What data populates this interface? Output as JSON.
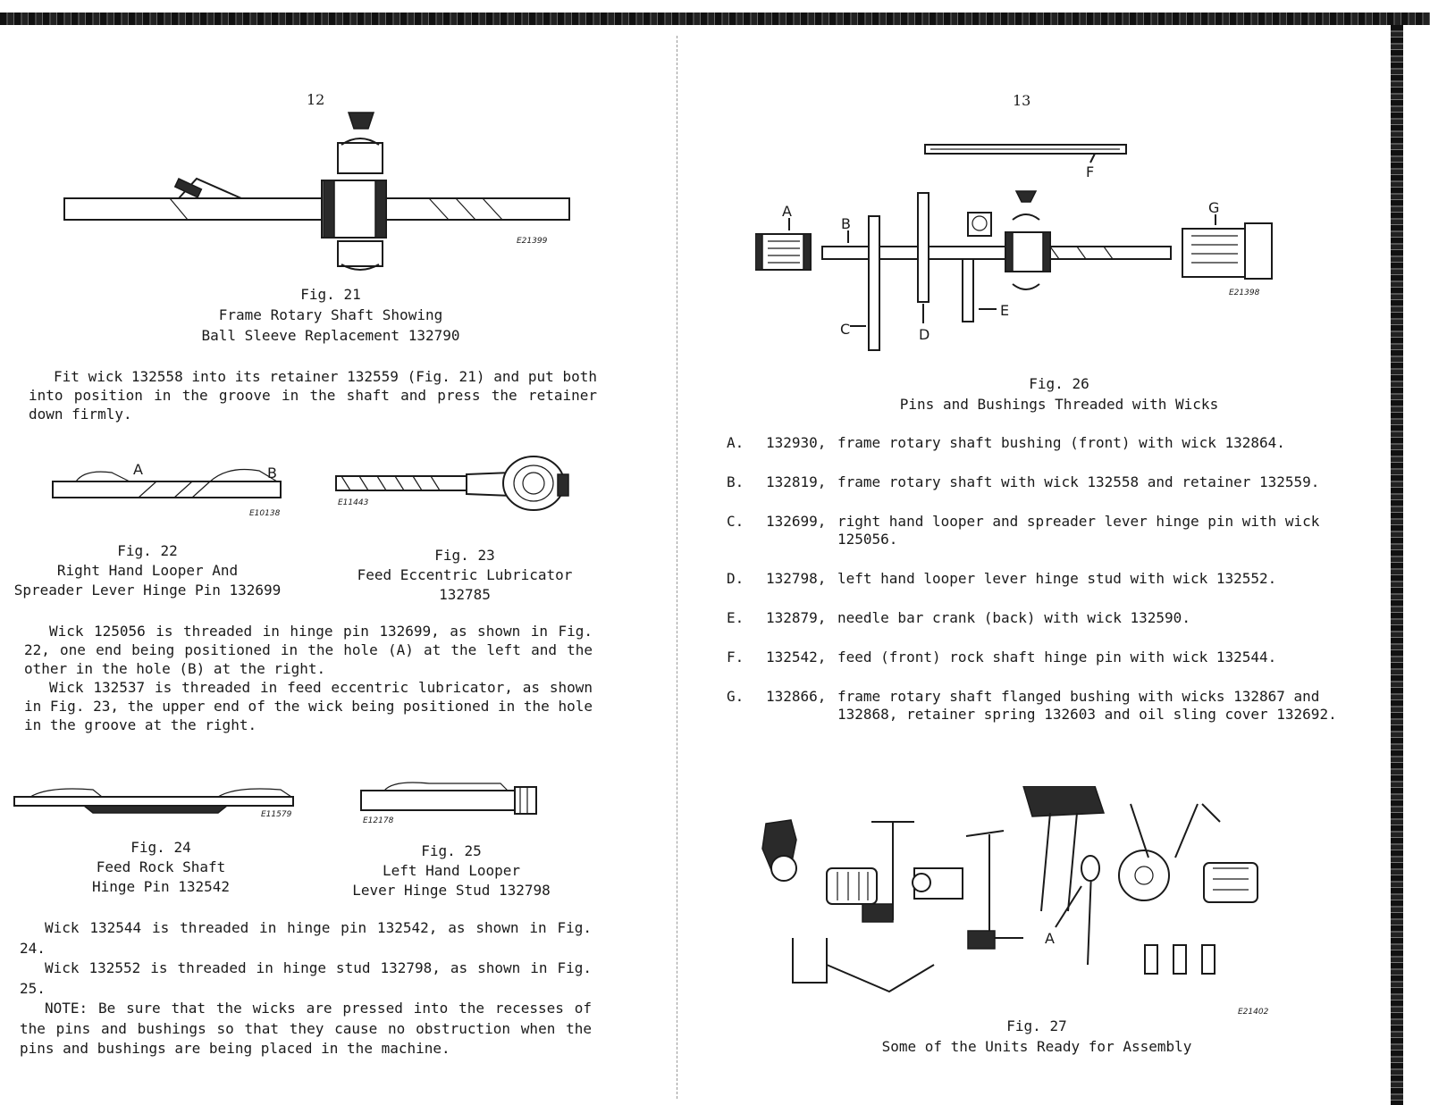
{
  "left_page": {
    "page_number": "12",
    "fig21": {
      "code": "E21399",
      "number": "Fig. 21",
      "caption_line1": "Frame Rotary Shaft Showing",
      "caption_line2": "Ball Sleeve Replacement 132790"
    },
    "para1": "Fit wick 132558 into its retainer 132559 (Fig. 21) and put both into position in the groove in the shaft and press the retainer down firmly.",
    "fig22": {
      "code": "E10138",
      "label_a": "A",
      "label_b": "B",
      "number": "Fig. 22",
      "caption_line1": "Right Hand Looper And",
      "caption_line2": "Spreader Lever Hinge Pin 132699"
    },
    "fig23": {
      "code": "E11443",
      "number": "Fig. 23",
      "caption_line1": "Feed Eccentric Lubricator",
      "caption_line2": "132785"
    },
    "para2": "Wick 125056 is threaded in hinge pin 132699, as shown in Fig. 22, one end being positioned in the hole (A) at the left and the other in the hole (B) at the right.",
    "para3": "Wick 132537 is threaded in feed eccentric lubricator, as shown in Fig. 23, the upper end of the wick being positioned in the hole in the groove at the right.",
    "fig24": {
      "code": "E11579",
      "number": "Fig. 24",
      "caption_line1": "Feed Rock Shaft",
      "caption_line2": "Hinge Pin 132542"
    },
    "fig25": {
      "code": "E12178",
      "number": "Fig. 25",
      "caption_line1": "Left Hand Looper",
      "caption_line2": "Lever Hinge Stud 132798"
    },
    "para4": "Wick 132544 is threaded in hinge pin 132542, as shown in Fig. 24.",
    "para5": "Wick 132552 is threaded in hinge stud 132798, as shown in Fig. 25.",
    "para6": "NOTE: Be sure that the wicks are pressed into the recesses of the pins and bushings so that they cause no obstruction when the pins and bushings are being placed in the machine."
  },
  "right_page": {
    "page_number": "13",
    "fig26": {
      "code": "E21398",
      "labels": {
        "a": "A",
        "b": "B",
        "c": "C",
        "d": "D",
        "e": "E",
        "f": "F",
        "g": "G"
      },
      "number": "Fig. 26",
      "caption": "Pins and Bushings Threaded with Wicks"
    },
    "items": [
      {
        "letter": "A.",
        "number": "132930,",
        "desc": "frame rotary shaft bushing (front) with wick 132864."
      },
      {
        "letter": "B.",
        "number": "132819,",
        "desc": "frame rotary shaft with wick 132558 and retainer 132559."
      },
      {
        "letter": "C.",
        "number": "132699,",
        "desc": "right hand looper and spreader lever hinge pin with wick 125056."
      },
      {
        "letter": "D.",
        "number": "132798,",
        "desc": "left hand looper lever hinge stud with wick 132552."
      },
      {
        "letter": "E.",
        "number": "132879,",
        "desc": "needle bar crank (back) with wick 132590."
      },
      {
        "letter": "F.",
        "number": "132542,",
        "desc": "feed (front) rock shaft hinge pin with wick 132544."
      },
      {
        "letter": "G.",
        "number": "132866,",
        "desc": "frame rotary shaft flanged bushing with wicks 132867 and 132868, retainer spring 132603 and oil sling cover 132692."
      }
    ],
    "fig27": {
      "code": "E21402",
      "label_a": "A",
      "number": "Fig. 27",
      "caption": "Some of the Units Ready for Assembly"
    }
  }
}
